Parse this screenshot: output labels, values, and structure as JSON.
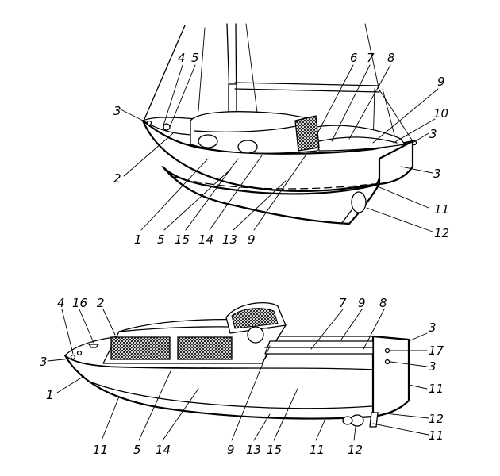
{
  "top_view": {
    "callouts": [
      "3",
      "4",
      "5",
      "2",
      "6",
      "7",
      "8",
      "9",
      "10",
      "3",
      "3",
      "11",
      "12",
      "1",
      "5",
      "15",
      "14",
      "13",
      "9"
    ]
  },
  "bottom_view": {
    "callouts": [
      "4",
      "16",
      "2",
      "3",
      "1",
      "11",
      "5",
      "14",
      "9",
      "13",
      "15",
      "11",
      "12",
      "7",
      "9",
      "8",
      "3",
      "17",
      "3",
      "11",
      "12",
      "11"
    ]
  }
}
